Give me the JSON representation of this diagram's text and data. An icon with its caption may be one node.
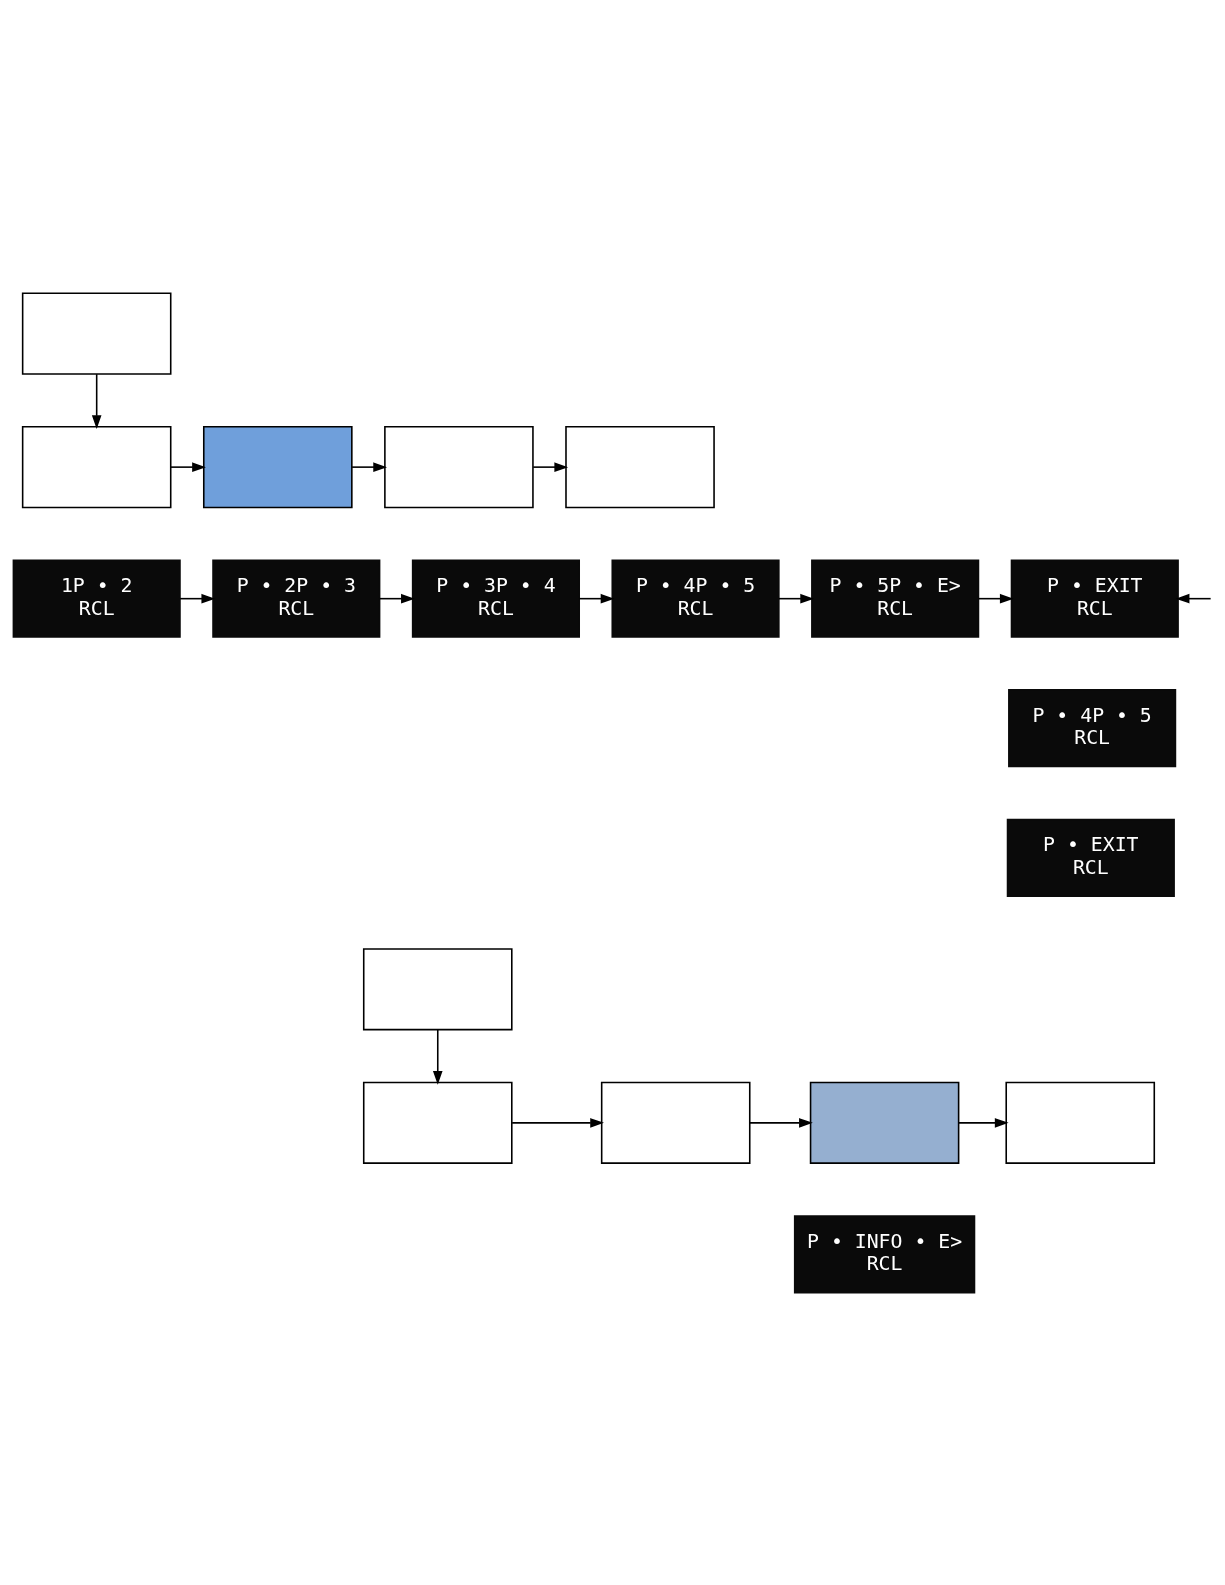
{
  "diagram": {
    "nodes": [
      {
        "text": [],
        "shape": "box"
      },
      {
        "text": [],
        "shape": "box"
      },
      {
        "text": [],
        "shape": "box"
      },
      {
        "text": [],
        "shape": "box"
      },
      {
        "text": [],
        "shape": "box"
      },
      {
        "text": [
          "1P • 2",
          "RCL"
        ]
      },
      {
        "text": [
          "P • 2P • 3",
          "RCL"
        ]
      },
      {
        "text": [
          "P • 3P • 4",
          "RCL"
        ]
      },
      {
        "text": [
          "P • 4P • 5",
          "RCL"
        ]
      },
      {
        "text": [
          "P • 5P • E>",
          "RCL"
        ]
      },
      {
        "text": [
          "P • EXIT",
          "RCL"
        ]
      },
      {
        "text": [
          "P • 4P • 5",
          "RCL"
        ]
      },
      {
        "text": [
          "P • EXIT",
          "RCL"
        ]
      },
      {
        "text": [],
        "shape": "box"
      },
      {
        "text": [],
        "shape": "box"
      },
      {
        "text": [],
        "shape": "box"
      },
      {
        "text": [],
        "shape": "box"
      },
      {
        "text": [],
        "shape": "box"
      },
      {
        "text": [
          "P • INFO • E>",
          "RCL"
        ]
      }
    ],
    "edges": [
      {
        "from": 0,
        "to": 1,
        "arrow": "to"
      },
      {
        "from": 1,
        "to": 2,
        "arrow": "to"
      },
      {
        "from": 2,
        "to": 3,
        "arrow": "to"
      },
      {
        "from": 3,
        "to": 4,
        "arrow": "to"
      },
      {
        "from": 5,
        "to": 6,
        "arrow": "to"
      },
      {
        "from": 6,
        "to": 7,
        "arrow": "to"
      },
      {
        "from": 7,
        "to": 8,
        "arrow": "to"
      },
      {
        "from": 8,
        "to": 9,
        "arrow": "to"
      },
      {
        "from": 9,
        "to": 10,
        "arrow": "to"
      },
      {
        "from": null,
        "to": 10,
        "arrow": "to"
      },
      {
        "from": 13,
        "to": 14,
        "arrow": "to"
      },
      {
        "from": 14,
        "to": 15,
        "arrow": "to"
      },
      {
        "from": 15,
        "to": 16,
        "arrow": "to"
      },
      {
        "from": 16,
        "to": 17,
        "arrow": "to"
      }
    ]
  }
}
